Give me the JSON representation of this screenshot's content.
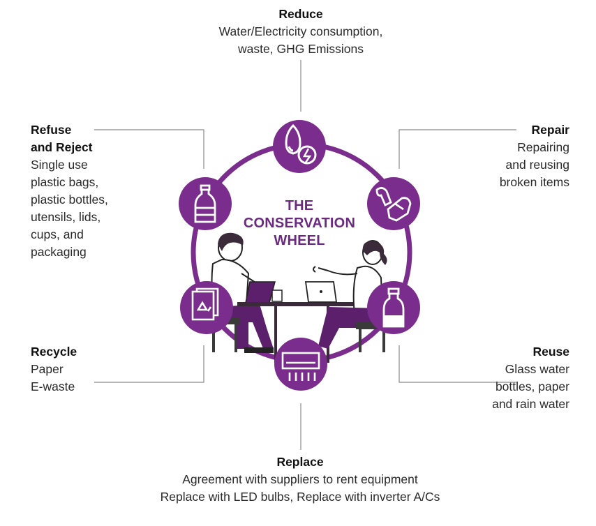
{
  "colors": {
    "accent_purple": "#7a2d8c",
    "dark_purple": "#5b1f6c",
    "connector_gray": "#8a8a8a",
    "text": "#222222"
  },
  "wheel": {
    "title_lines": [
      "THE",
      "CONSERVATION",
      "WHEEL"
    ]
  },
  "nodes": {
    "reduce": {
      "title": "Reduce",
      "lines": [
        "Water/Electricity consumption,",
        "waste, GHG Emissions"
      ],
      "icon": "water-electricity-drop-icon"
    },
    "repair": {
      "title": "Repair",
      "lines": [
        "Repairing",
        "and reusing",
        "broken items"
      ],
      "icon": "wrench-hand-icon"
    },
    "reuse": {
      "title": "Reuse",
      "lines": [
        "Glass water",
        "bottles, paper",
        "and rain water"
      ],
      "icon": "glass-bottle-icon"
    },
    "replace": {
      "title": "Replace",
      "lines": [
        "Agreement with suppliers to rent equipment",
        "Replace with LED bulbs, Replace with inverter A/Cs"
      ],
      "icon": "air-conditioner-icon"
    },
    "recycle": {
      "title": "Recycle",
      "lines": [
        "Paper",
        "E-waste"
      ],
      "icon": "recycle-paper-icon"
    },
    "refuse": {
      "title_lines": [
        "Refuse",
        "and Reject"
      ],
      "lines": [
        "Single use",
        "plastic bags,",
        "plastic bottles,",
        "utensils, lids,",
        "cups, and",
        "packaging"
      ],
      "icon": "plastic-bottle-icon"
    }
  }
}
